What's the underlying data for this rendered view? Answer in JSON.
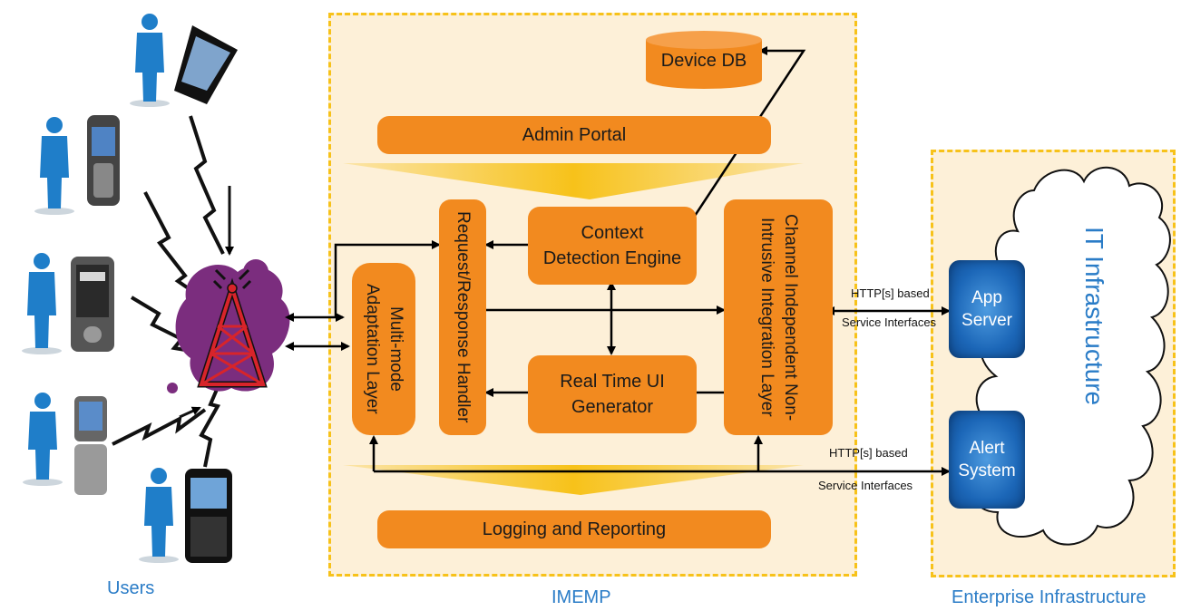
{
  "captions": {
    "users": "Users",
    "imemp": "IMEMP",
    "enterprise": "Enterprise Infrastructure"
  },
  "imemp": {
    "device_db": "Device DB",
    "admin_portal": "Admin Portal",
    "context_detection": "Context Detection Engine",
    "real_time_ui": "Real Time UI Generator",
    "request_response": "Request/Response Handler",
    "multimode": "Multi-mode Adaptation Layer",
    "channel_independent": "Channel Independent Non-Intrusive Integration Layer",
    "logging": "Logging and Reporting"
  },
  "enterprise": {
    "app_server": "App Server",
    "alert_system": "Alert System",
    "cloud": "IT Infrastructure"
  },
  "interfaces": {
    "top_line1": "HTTP[s] based",
    "top_line2": "Service Interfaces",
    "bottom_line1": "HTTP[s] based",
    "bottom_line2": "Service Interfaces"
  },
  "colors": {
    "orange": "#f28a1f",
    "panel": "#fdf0d8",
    "dash": "#f7c21a",
    "blue": "#1c67b8",
    "caption": "#2a7cc7",
    "person": "#1f7ec9",
    "tower": "#7b2d7e"
  }
}
